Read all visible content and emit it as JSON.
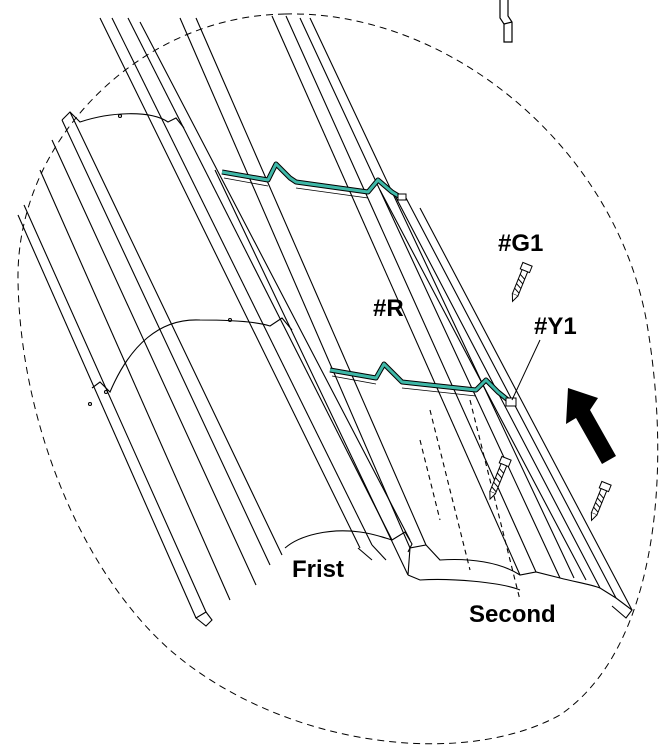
{
  "labels": {
    "g1": "#G1",
    "r": "#R",
    "y1": "#Y1",
    "first": "Frist",
    "second": "Second"
  },
  "colors": {
    "line": "#000000",
    "strip": "#3fb8a8",
    "background": "#ffffff"
  },
  "icons": {
    "arrow": "arrow-up-left-icon",
    "screw": "self-tapping-screw-icon",
    "bracket": "mounting-bracket-icon"
  }
}
